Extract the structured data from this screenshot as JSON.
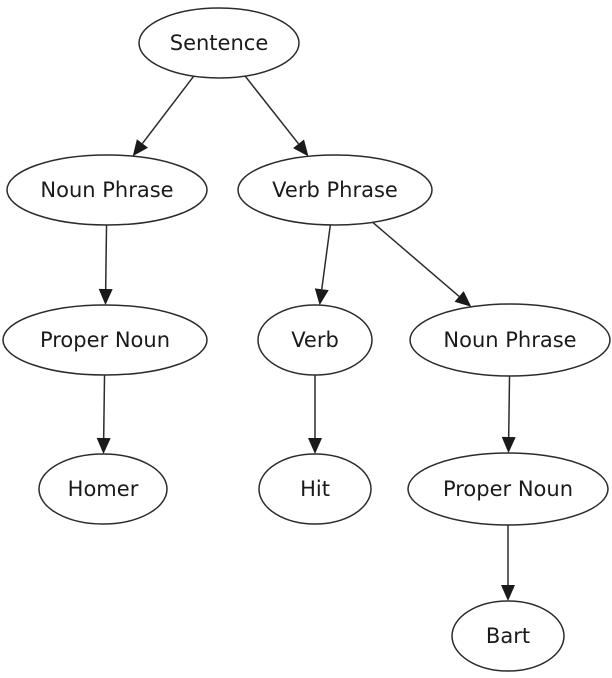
{
  "diagram": {
    "type": "tree",
    "nodes": [
      {
        "id": "sentence",
        "label": "Sentence"
      },
      {
        "id": "np1",
        "label": "Noun Phrase"
      },
      {
        "id": "vp",
        "label": "Verb Phrase"
      },
      {
        "id": "pn1",
        "label": "Proper Noun"
      },
      {
        "id": "verb",
        "label": "Verb"
      },
      {
        "id": "np2",
        "label": "Noun Phrase"
      },
      {
        "id": "homer",
        "label": "Homer"
      },
      {
        "id": "hit",
        "label": "Hit"
      },
      {
        "id": "pn2",
        "label": "Proper Noun"
      },
      {
        "id": "bart",
        "label": "Bart"
      }
    ],
    "edges": [
      {
        "from": "sentence",
        "to": "np1"
      },
      {
        "from": "sentence",
        "to": "vp"
      },
      {
        "from": "np1",
        "to": "pn1"
      },
      {
        "from": "pn1",
        "to": "homer"
      },
      {
        "from": "vp",
        "to": "verb"
      },
      {
        "from": "vp",
        "to": "np2"
      },
      {
        "from": "verb",
        "to": "hit"
      },
      {
        "from": "np2",
        "to": "pn2"
      },
      {
        "from": "pn2",
        "to": "bart"
      }
    ],
    "colors": {
      "stroke": "#2b2b2b",
      "fill": "#ffffff",
      "text": "#1a1a1a"
    }
  }
}
